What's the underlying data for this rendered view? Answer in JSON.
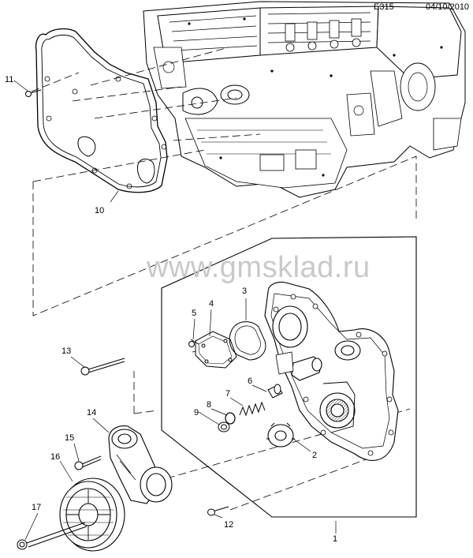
{
  "header": {
    "code": "E315",
    "date": "04/10/2010"
  },
  "watermark": "www.gmsklad.ru",
  "callouts": {
    "c1": "1",
    "c2": "2",
    "c3": "3",
    "c4": "4",
    "c5": "5",
    "c6": "6",
    "c7": "7",
    "c8": "8",
    "c9": "9",
    "c10": "10",
    "c11": "11",
    "c12": "12",
    "c13": "13",
    "c14": "14",
    "c15": "15",
    "c16": "16",
    "c17": "17"
  }
}
